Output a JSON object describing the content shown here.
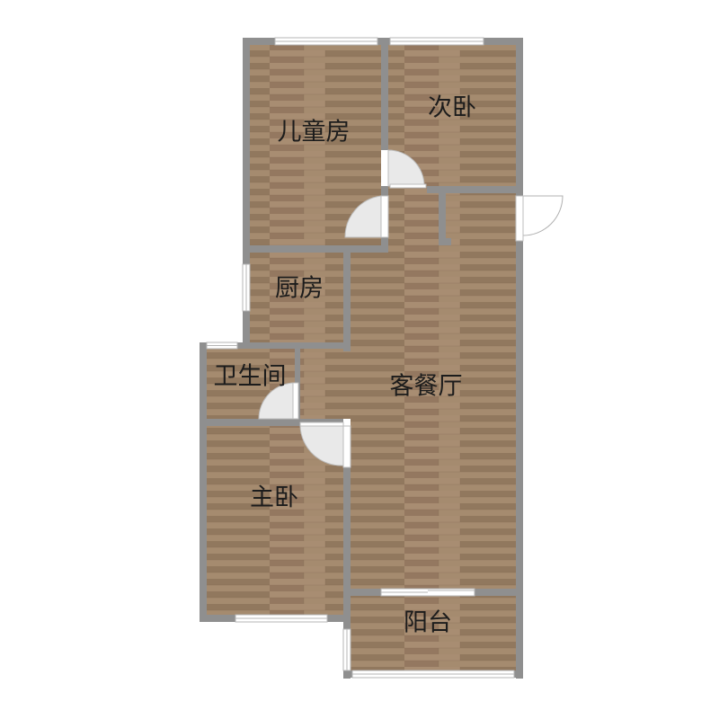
{
  "rooms": {
    "children_room": "儿童房",
    "second_bedroom": "次卧",
    "kitchen": "厨房",
    "bathroom": "卫生间",
    "living_dining": "客餐厅",
    "master_bedroom": "主卧",
    "balcony": "阳台"
  },
  "colors": {
    "wall": "#8f8f8f",
    "floor_base": "#9a8066",
    "floor_light": "#a88d72",
    "floor_dark": "#8b7058",
    "door_arc_fill": "#e9e9e9",
    "window_frame": "#b5b5b5",
    "window_glass": "#ffffff"
  }
}
